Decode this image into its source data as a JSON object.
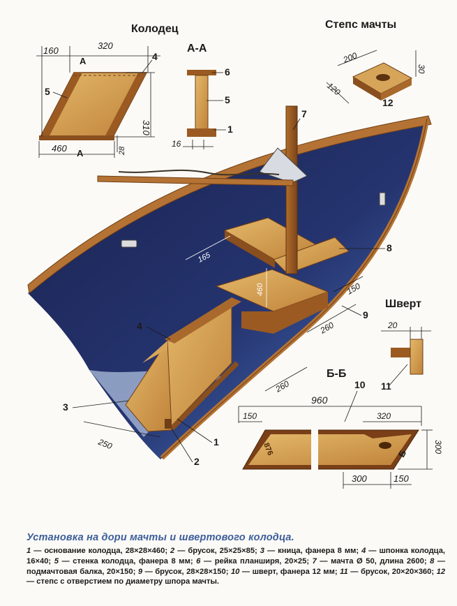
{
  "titles": {
    "well": "Колодец",
    "section_aa": "А-А",
    "mast_step": "Степс мачты",
    "centerboard": "Шверт",
    "section_bb": "Б-Б"
  },
  "section_marks": {
    "a": "А",
    "b": "Б"
  },
  "well_dims": {
    "d160": "160",
    "d320": "320",
    "d310": "310",
    "d460": "460",
    "d28": "28"
  },
  "aa_dims": {
    "d16": "16"
  },
  "step_dims": {
    "d200": "200",
    "d120": "120",
    "d30": "30"
  },
  "boat_dims": {
    "d165": "165",
    "d460": "460",
    "d150": "150",
    "d260a": "260",
    "d260b": "260",
    "d250": "250"
  },
  "shvert_dims": {
    "d20": "20"
  },
  "board_dims": {
    "d960": "960",
    "d150a": "150",
    "d320": "320",
    "d300a": "300",
    "d300b": "300",
    "d150b": "150",
    "stamp": "876"
  },
  "callouts": {
    "n1a": "1",
    "n1b": "1",
    "n2": "2",
    "n3": "3",
    "n4a": "4",
    "n4b": "4",
    "n5a": "5",
    "n5b": "5",
    "n6": "6",
    "n7": "7",
    "n8": "8",
    "n9": "9",
    "n10": "10",
    "n11": "11",
    "n12": "12"
  },
  "caption": {
    "title": "Установка на дори мачты и швертового колодца.",
    "items": [
      {
        "num": "1",
        "text": "основание колодца, 28×28×460;"
      },
      {
        "num": "2",
        "text": "брусок, 25×25×85;"
      },
      {
        "num": "3",
        "text": "кница, фанера 8 мм;"
      },
      {
        "num": "4",
        "text": "шпонка колодца, 16×40;"
      },
      {
        "num": "5",
        "text": "стенка колодца, фанера 8 мм;"
      },
      {
        "num": "6",
        "text": "рейка планширя, 20×25;"
      },
      {
        "num": "7",
        "text": "мачта Ø 50, длина 2600;"
      },
      {
        "num": "8",
        "text": "подмачтовая балка, 20×150;"
      },
      {
        "num": "9",
        "text": "брусок, 28×28×150;"
      },
      {
        "num": "10",
        "text": "шверт, фанера 12 мм;"
      },
      {
        "num": "11",
        "text": "брусок, 20×20×360;"
      },
      {
        "num": "12",
        "text": "степс с отверстием по диаметру шпора мачты."
      }
    ]
  },
  "colors": {
    "wood": "#c6893f",
    "wood_light": "#e0b766",
    "wood_dark": "#8a4f1e",
    "hull_navy": "#1f2a5e",
    "hull_blue": "#3c64b4",
    "caption_title": "#3d5d9b"
  }
}
